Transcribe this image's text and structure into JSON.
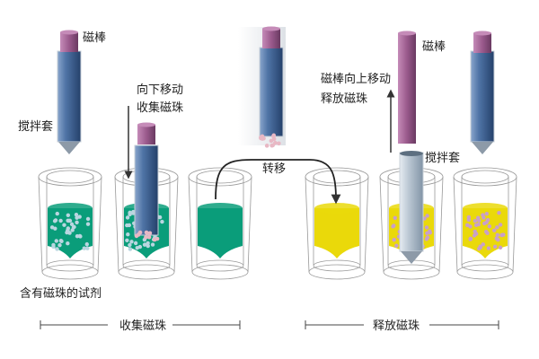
{
  "labels": {
    "magnet_rod_1": "磁棒",
    "sleeve_1": "搅拌套",
    "move_down_1": "向下移动",
    "move_down_2": "收集磁珠",
    "transfer": "转移",
    "magnet_rod_2": "磁棒",
    "move_up_1": "磁棒向上移动",
    "move_up_2": "释放磁珠",
    "sleeve_2": "搅拌套",
    "reagent": "含有磁珠的试剂"
  },
  "sections": {
    "collect": "收集磁珠",
    "release": "释放磁珠"
  },
  "colors": {
    "green_liquid": "#0a9d7a",
    "yellow_liquid": "#ead90a",
    "magnet": "#9a5a8c",
    "sleeve": "#4a6f9c",
    "bead": "#c9a0c8"
  }
}
